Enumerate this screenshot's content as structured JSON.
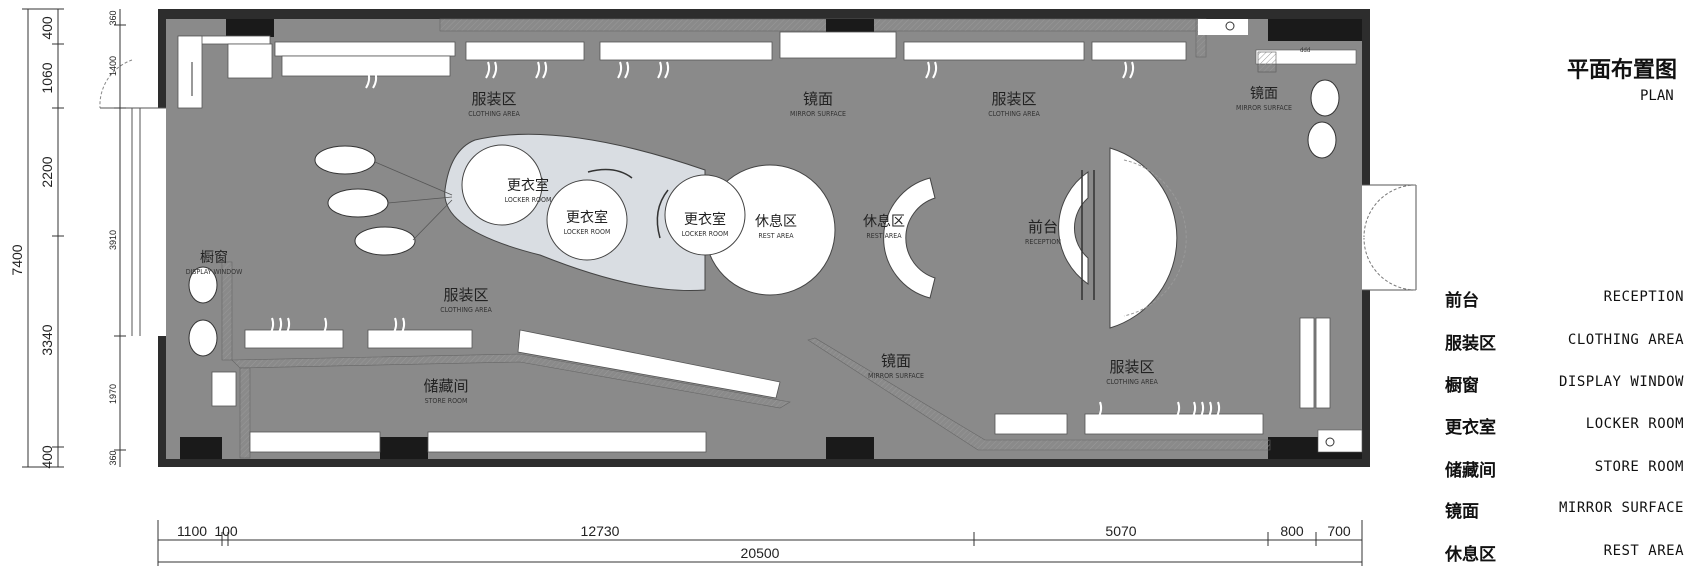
{
  "title": {
    "zh": "平面布置图",
    "en": "PLAN"
  },
  "legend": [
    {
      "zh": "前台",
      "en": "RECEPTION"
    },
    {
      "zh": "服装区",
      "en": "CLOTHING AREA"
    },
    {
      "zh": "橱窗",
      "en": "DISPLAY WINDOW"
    },
    {
      "zh": "更衣室",
      "en": "LOCKER ROOM"
    },
    {
      "zh": "储藏间",
      "en": "STORE ROOM"
    },
    {
      "zh": "镜面",
      "en": "MIRROR SURFACE"
    },
    {
      "zh": "休息区",
      "en": "REST AREA"
    }
  ],
  "labels": {
    "clothing1": {
      "zh": "服装区",
      "en": "CLOTHING AREA"
    },
    "mirror1": {
      "zh": "镜面",
      "en": "MIRROR SURFACE"
    },
    "clothing2": {
      "zh": "服装区",
      "en": "CLOTHING AREA"
    },
    "mirror2": {
      "zh": "镜面",
      "en": "MIRROR SURFACE"
    },
    "locker1": {
      "zh": "更衣室",
      "en": "LOCKER ROOM"
    },
    "locker2": {
      "zh": "更衣室",
      "en": "LOCKER ROOM"
    },
    "locker3": {
      "zh": "更衣室",
      "en": "LOCKER ROOM"
    },
    "rest1": {
      "zh": "休息区",
      "en": "REST AREA"
    },
    "rest2": {
      "zh": "休息区",
      "en": "REST AREA"
    },
    "reception": {
      "zh": "前台",
      "en": "RECEPTION"
    },
    "window": {
      "zh": "橱窗",
      "en": "DISPLAY WINDOW"
    },
    "clothing3": {
      "zh": "服装区",
      "en": "CLOTHING AREA"
    },
    "storeroom": {
      "zh": "储藏间",
      "en": "STORE ROOM"
    },
    "mirror3": {
      "zh": "镜面",
      "en": "MIRROR SURFACE"
    },
    "clothing4": {
      "zh": "服装区",
      "en": "CLOTHING AREA"
    }
  },
  "dimensions": {
    "total_height": "7400",
    "left": [
      "400",
      "1060",
      "2200",
      "3340",
      "400"
    ],
    "inner_left": [
      "360",
      "1400",
      "3910",
      "1970",
      "360"
    ],
    "bottom": [
      "1100",
      "100",
      "12730",
      "5070",
      "800",
      "700"
    ],
    "total_width": "20500"
  }
}
